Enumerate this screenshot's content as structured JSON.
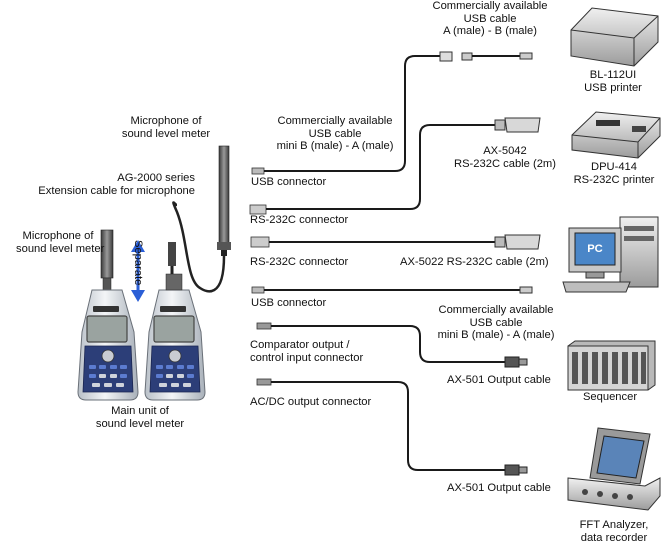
{
  "meter": {
    "mic_left": [
      "Microphone of",
      "sound level meter"
    ],
    "mic_top": [
      "Microphone of",
      "sound level meter"
    ],
    "ext_cable": [
      "AG-2000 series",
      "Extension cable for microphone"
    ],
    "separate": "Separate",
    "main_unit": [
      "Main unit of",
      "sound level meter"
    ]
  },
  "connectors": {
    "usb1": "USB connector",
    "rs1": "RS-232C connector",
    "rs2": "RS-232C connector",
    "usb2": "USB connector",
    "comparator": [
      "Comparator output /",
      "control input connector"
    ],
    "acdc": "AC/DC output connector"
  },
  "cables": {
    "usb_mini": [
      "Commercially available",
      "USB cable",
      "mini B (male) - A (male)"
    ],
    "usb_ab": [
      "Commercially available",
      "USB cable",
      "A (male) - B (male)"
    ],
    "ax5042": [
      "AX-5042",
      "RS-232C cable (2m)"
    ],
    "ax5022": "AX-5022 RS-232C cable (2m)",
    "usb_mini2": [
      "Commercially available",
      "USB cable",
      "mini B (male) - A (male)"
    ],
    "ax501a": "AX-501 Output cable",
    "ax501b": "AX-501 Output cable"
  },
  "devices": {
    "bl112": [
      "BL-112UI",
      "USB printer"
    ],
    "dpu414": [
      "DPU-414",
      "RS-232C printer"
    ],
    "pc_screen": "PC",
    "sequencer": "Sequencer",
    "fft": [
      "FFT Analyzer,",
      "data recorder"
    ]
  },
  "colors": {
    "separate_arrow": "#2b5fd6",
    "cable": "#1a1a1a",
    "meter_body": "#dde1e6",
    "pc_screen": "#4a86c8"
  }
}
